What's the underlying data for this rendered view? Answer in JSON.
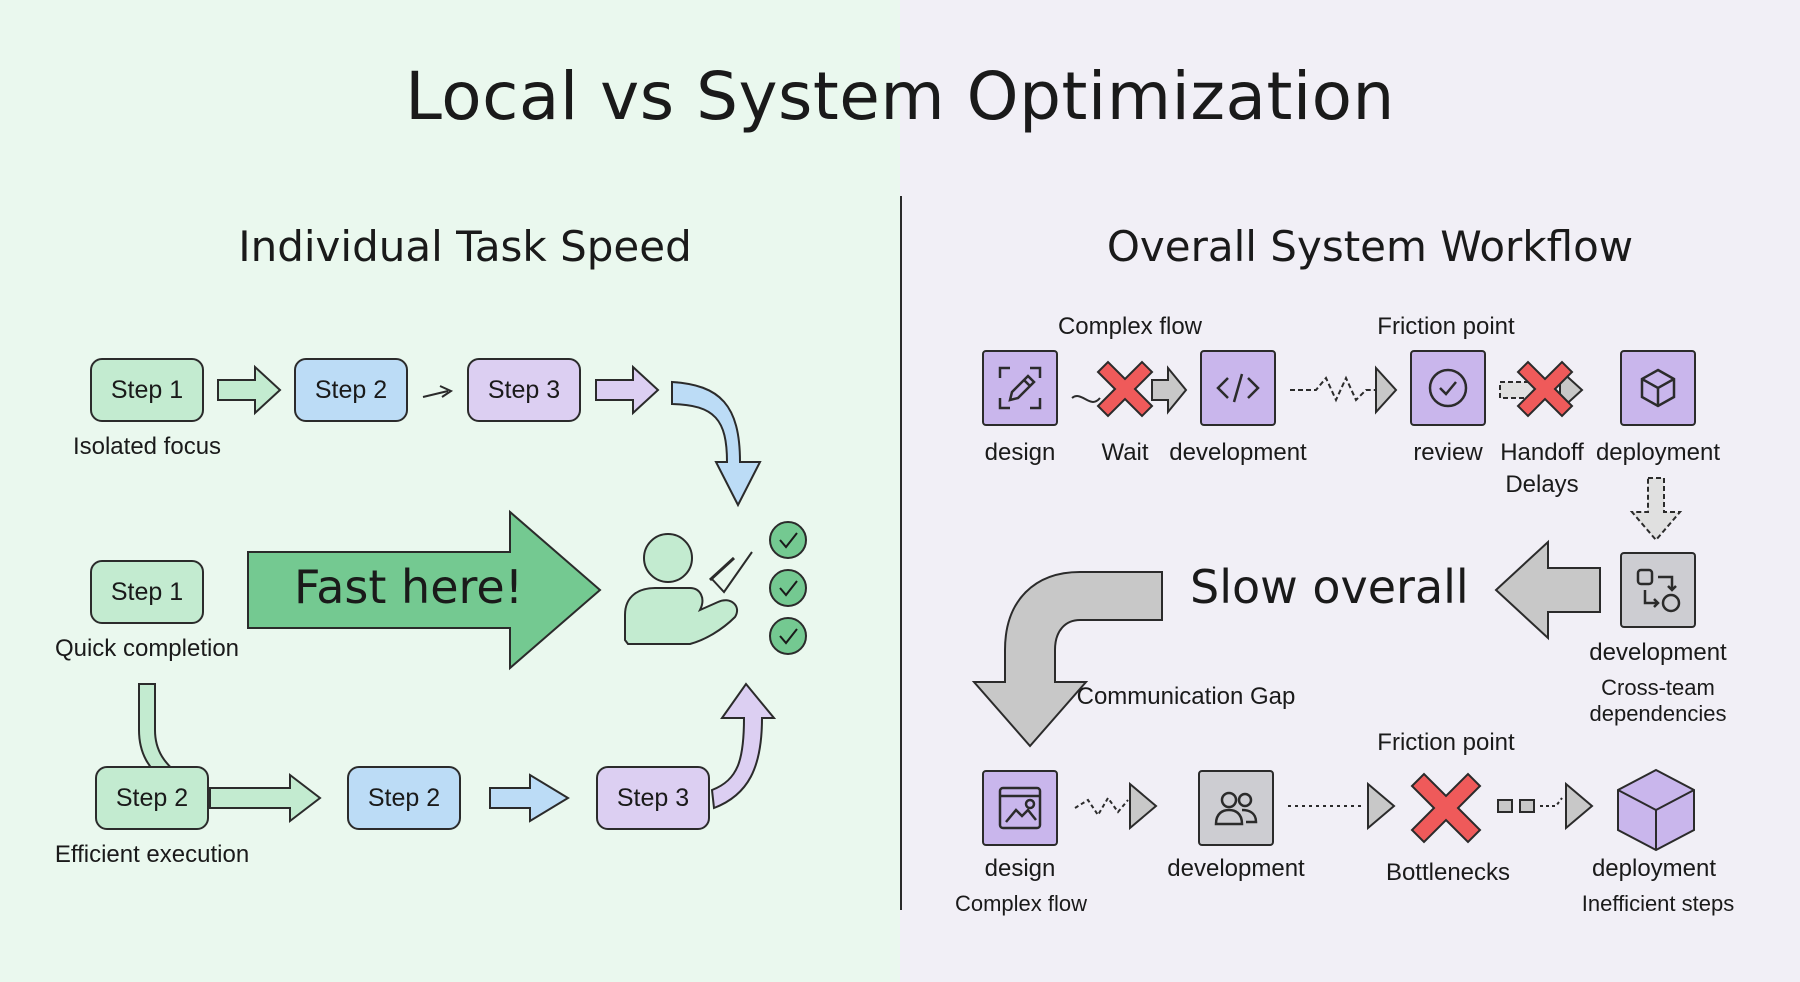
{
  "title": "Local vs System Optimization",
  "left": {
    "heading": "Individual Task Speed",
    "row1": {
      "steps": [
        "Step 1",
        "Step 2",
        "Step 3"
      ],
      "caption": "Isolated focus"
    },
    "row2": {
      "step": "Step 1",
      "caption": "Quick completion"
    },
    "row3": {
      "steps": [
        "Step 2",
        "Step 2",
        "Step 3"
      ],
      "caption": "Efficient execution"
    },
    "banner": "Fast here!"
  },
  "right": {
    "heading": "Overall System Workflow",
    "top_row": {
      "annotations": [
        "Complex flow",
        "Friction point"
      ],
      "labels": {
        "design": "design",
        "wait": "Wait",
        "development": "development",
        "review": "review",
        "handoff": "Handoff",
        "handoff2": "Delays",
        "deployment": "deployment"
      }
    },
    "middle": {
      "slow": "Slow overall",
      "dev_label": "development",
      "dev_note": [
        "Cross-team",
        "dependencies"
      ],
      "gap": "Communication Gap"
    },
    "bottom_row": {
      "annotation": "Friction point",
      "labels": {
        "design": "design",
        "design_note": "Complex flow",
        "development": "development",
        "bottlenecks": "Bottlenecks",
        "deployment": "deployment",
        "deployment_note": "Inefficient steps"
      }
    }
  },
  "colors": {
    "green": "#c3ebd0",
    "blue": "#bcdcf6",
    "purple": "#dccff2",
    "red": "#ef5a5a",
    "grey": "#c8c8c8",
    "arrow_green": "#74c991"
  }
}
